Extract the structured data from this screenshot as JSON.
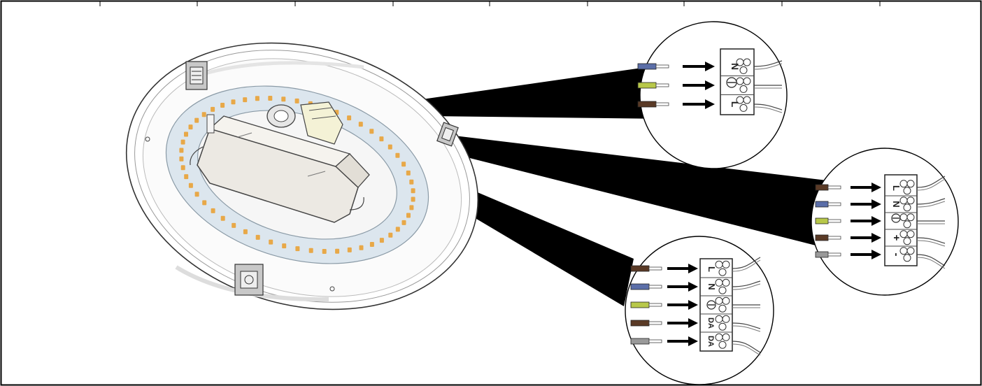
{
  "diagram": {
    "connector_top": {
      "terminals": [
        "N",
        "",
        "L"
      ],
      "wire_colors": [
        "#5b6ea8",
        "#b8c84a",
        "#5a3a26"
      ]
    },
    "connector_right": {
      "terminals": [
        "L",
        "N",
        "",
        "+",
        "-"
      ],
      "wire_colors": [
        "#5a3a26",
        "#5b6ea8",
        "#b8c84a",
        "#5a3a26",
        "#9a9a9a"
      ]
    },
    "connector_bottom": {
      "terminals": [
        "L",
        "N",
        "",
        "DA",
        "DA"
      ],
      "wire_colors": [
        "#5a3a26",
        "#5b6ea8",
        "#b8c84a",
        "#5a3a26",
        "#9a9a9a"
      ]
    },
    "colors": {
      "led": "#e8a848",
      "ring": "#dce6ee",
      "driver": "#ece9e3",
      "callout": "#000000"
    }
  }
}
